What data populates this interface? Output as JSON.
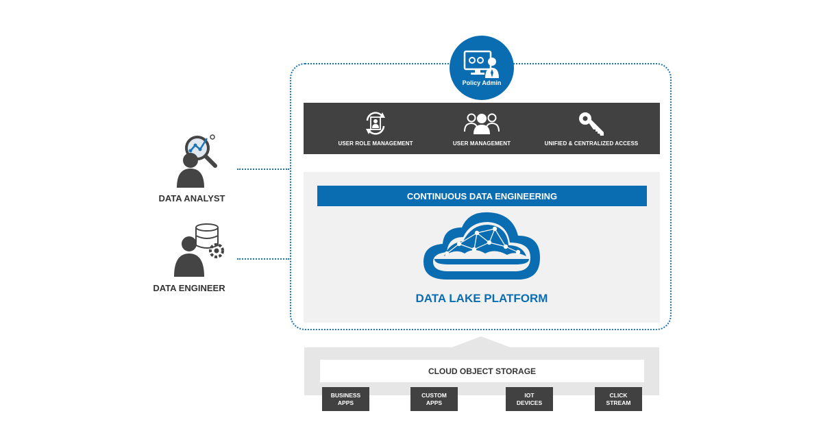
{
  "policy_admin": {
    "label": "Policy Admin",
    "icon": "admin-monitor-icon"
  },
  "features": [
    {
      "label": "USER ROLE MANAGEMENT",
      "icon": "user-role-icon"
    },
    {
      "label": "USER MANAGEMENT",
      "icon": "users-group-icon"
    },
    {
      "label": "UNIFIED & CENTRALIZED ACCESS",
      "icon": "key-icon"
    }
  ],
  "engineering": {
    "label": "CONTINUOUS DATA ENGINEERING"
  },
  "platform": {
    "label": "DATA LAKE PLATFORM",
    "icon": "cloud-network-icon"
  },
  "storage": {
    "label": "CLOUD OBJECT STORAGE"
  },
  "sources": [
    {
      "line1": "BUSINESS",
      "line2": "APPS"
    },
    {
      "line1": "CUSTOM",
      "line2": "APPS"
    },
    {
      "line1": "IOT",
      "line2": "DEVICES"
    },
    {
      "line1": "CLICK",
      "line2": "STREAM"
    }
  ],
  "personas": [
    {
      "label": "DATA ANALYST",
      "icon": "analyst-icon"
    },
    {
      "label": "DATA ENGINEER",
      "icon": "engineer-icon"
    }
  ],
  "colors": {
    "blue": "#0a6db1",
    "dark": "#414141",
    "light": "#f1f1f1"
  }
}
